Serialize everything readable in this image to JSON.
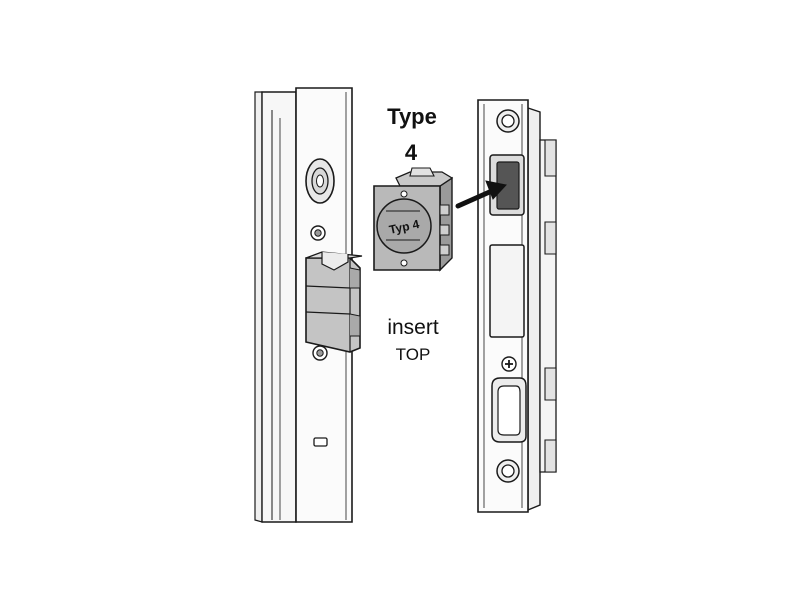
{
  "labels": {
    "type_line1": "Type",
    "type_line2": "4",
    "insert_label": "Typ 4",
    "instruction_line1": "insert",
    "instruction_line2": "TOP"
  },
  "colors": {
    "line": "#1a1a1a",
    "rail_fill": "#f7f7f7",
    "rail_shadow": "#e6e6e6",
    "part_gray": "#b9b9b9",
    "part_gray_dark": "#9a9a9a",
    "pocket_dark": "#555555",
    "light_gray": "#dcdcdc"
  }
}
